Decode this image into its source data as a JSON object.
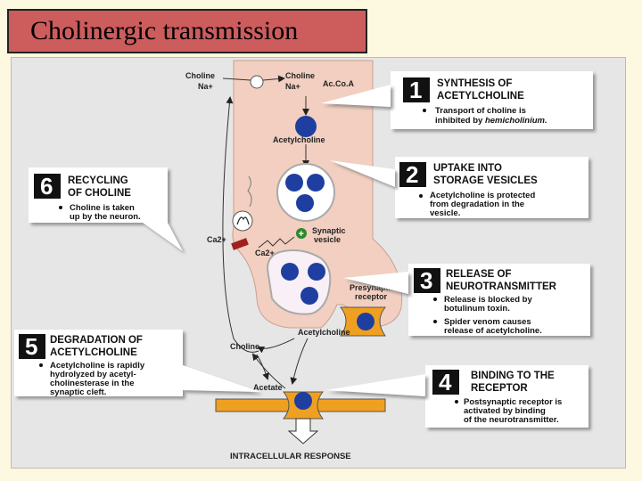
{
  "title": "Cholinergic transmission",
  "labels": {
    "choline_left": "Choline",
    "na_left": "Na+",
    "choline_right": "Choline",
    "na_right": "Na+",
    "acetyl_coa": "Ac.Co.A",
    "acetylcholine_top": "Acetylcholine",
    "synaptic": "Synaptic",
    "vesicle": "vesicle",
    "ca_top": "Ca2+",
    "ca_bottom": "Ca2+",
    "presynaptic": "Presynaptic",
    "receptor": "receptor",
    "acetylcholine_cleft": "Acetylcholine",
    "choline_mid": "Choline",
    "acetate": "Acetate",
    "intracellular": "INTRACELLULAR RESPONSE"
  },
  "steps": [
    {
      "num": "1",
      "title1": "SYNTHESIS OF",
      "title2": "ACETYLCHOLINE",
      "b1": "Transport of choline is",
      "b2": "inhibited by ",
      "b2i": "hemicholinium."
    },
    {
      "num": "2",
      "title1": "UPTAKE INTO",
      "title2": "STORAGE VESICLES",
      "b1": "Acetylcholine is protected",
      "b2": "from degradation in the",
      "b3": "vesicle."
    },
    {
      "num": "3",
      "title1": "RELEASE OF",
      "title2": "NEUROTRANSMITTER",
      "b1": "Release is blocked by",
      "b2": "botulinum toxin.",
      "c1": "Spider venom causes",
      "c2": "release of acetylcholine."
    },
    {
      "num": "4",
      "title1": "BINDING TO THE",
      "title2": "RECEPTOR",
      "b1": "Postsynaptic receptor is",
      "b2": "activated by binding",
      "b3": "of the neurotransmitter."
    },
    {
      "num": "5",
      "title1": "DEGRADATION OF",
      "title2": "ACETYLCHOLINE",
      "b1": "Acetylcholine is rapidly",
      "b2": "hydrolyzed by acetyl-",
      "b3": "cholinesterase in the",
      "b4": "synaptic cleft."
    },
    {
      "num": "6",
      "title1": "RECYCLING",
      "title2": "OF CHOLINE",
      "b1": "Choline is taken",
      "b2": "up by the neuron."
    }
  ],
  "colors": {
    "title_bg": "#cd5c5c",
    "neuron": "#f2cfc0",
    "vesicle": "#1e3fa0",
    "receptor": "#f0a020",
    "box_bg": "#ffffff",
    "number_bg": "#111111"
  }
}
